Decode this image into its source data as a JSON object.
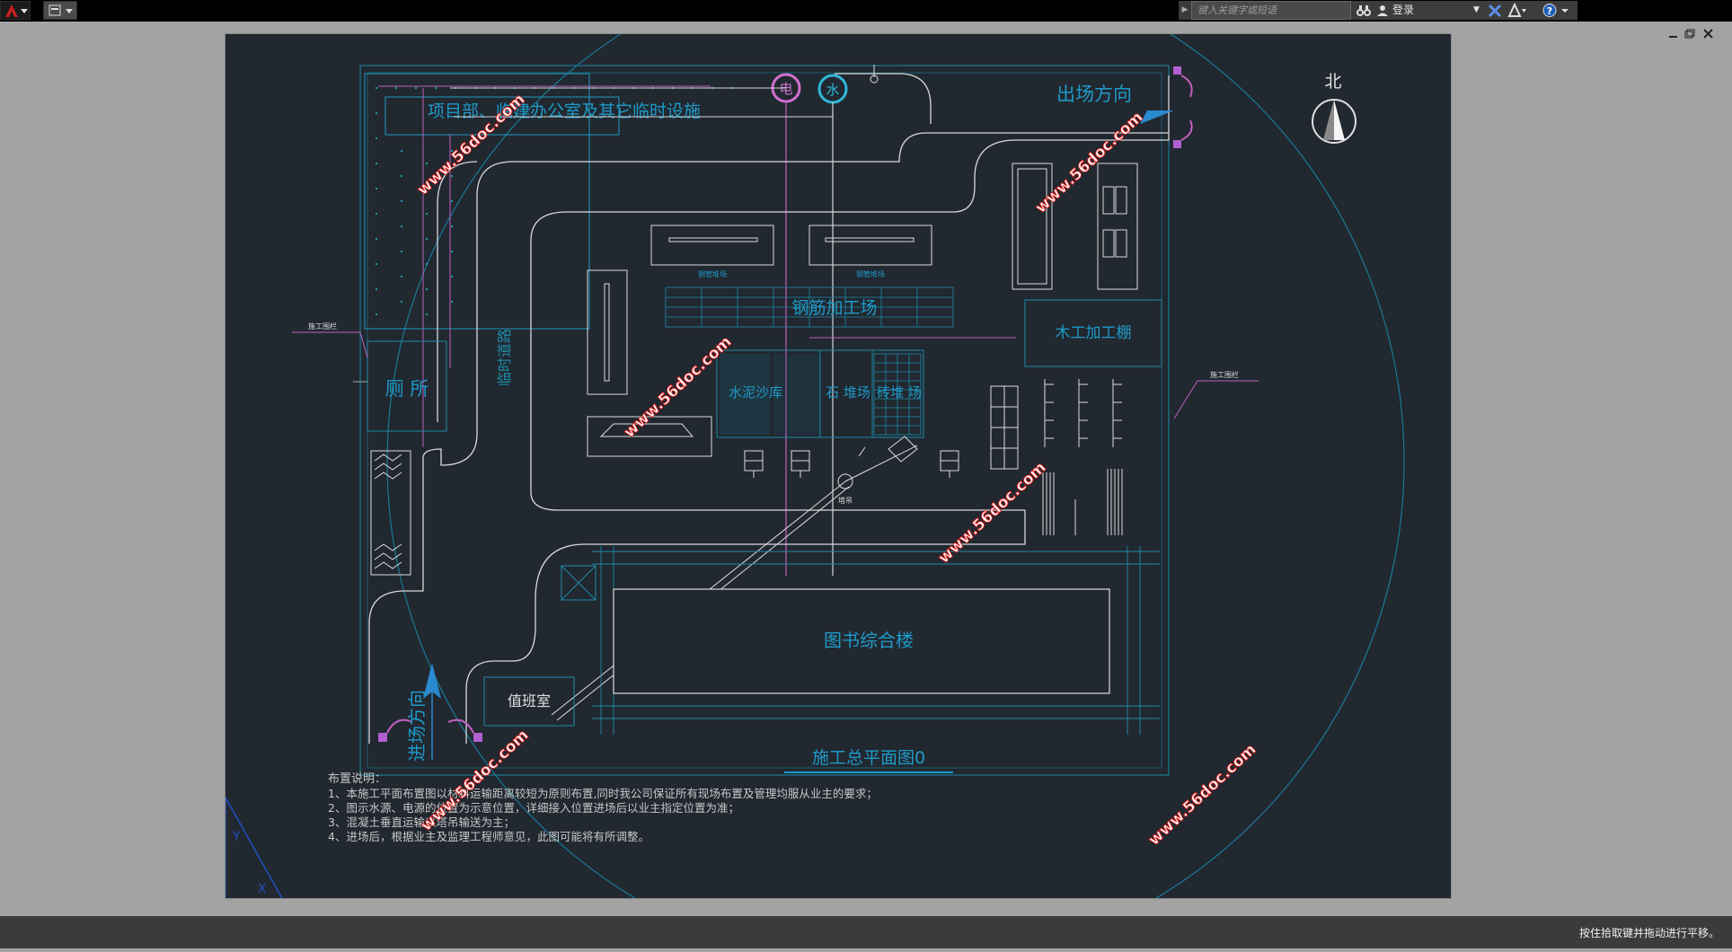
{
  "toolbar": {
    "search_placeholder": "键入关键字或短语",
    "login_label": "登录",
    "help_icon": "question-icon"
  },
  "plan": {
    "title": "施工总平面图0",
    "office_label": "项目部、临建办公室及其它临时设施",
    "exit_label": "出场方向",
    "entry_label": "进场方向",
    "north_label": "北",
    "electric_label": "电",
    "water_label": "水",
    "rebar_label": "钢筋加工场",
    "carpentry_label": "木工加工棚",
    "toilet_label": "厕  所",
    "temp_road_label": "临时道路",
    "cement_sand_label": "水泥沙库",
    "stone_label": "石 堆场",
    "brick_label": "砖堆 场",
    "building_label": "图书综合楼",
    "guard_label": "值班室",
    "fence_label_left": "施工围栏",
    "fence_label_right": "施工围栏",
    "tower_crane_label": "塔吊",
    "storage_label_1": "钢管堆场",
    "storage_label_2": "钢管堆场",
    "notes_heading": "布置说明：",
    "notes": [
      "1、本施工平面布置图以材料运输距离较短为原则布置,同时我公司保证所有现场布置及管理均服从业主的要求；",
      "2、图示水源、电源的位置为示意位置，详细接入位置进场后以业主指定位置为准；",
      "3、混凝土垂直运输以塔吊输送为主；",
      "4、进场后，根据业主及监理工程师意见，此图可能将有所调整。"
    ]
  },
  "watermark": "www.56doc.com",
  "status": {
    "hint": "按住拾取键并拖动进行平移。"
  },
  "colors": {
    "canvas_bg": "#212830",
    "cyan": "#1ea8c8",
    "white_line": "#d9d9d9",
    "magenta": "#d070d0",
    "watermark_red": "#e0201e"
  }
}
